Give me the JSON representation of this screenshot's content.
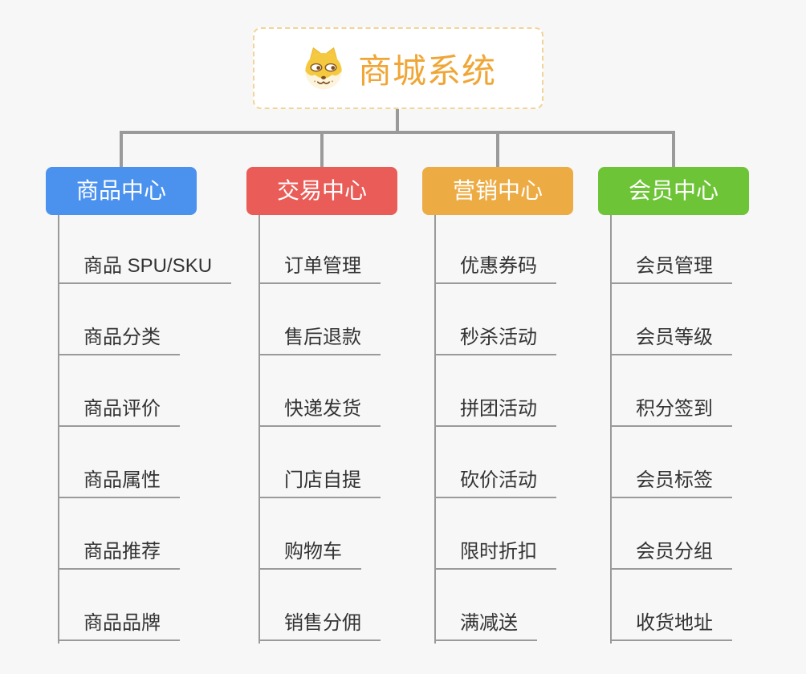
{
  "page": {
    "background_color": "#f7f7f7",
    "connector_color": "#9a9a9a"
  },
  "root": {
    "title": "商城系统",
    "icon": "shiba-dog-icon",
    "title_color": "#f0a636",
    "border_color": "#f3d398"
  },
  "branches": [
    {
      "label": "商品中心",
      "color": "#4b91ee",
      "children": [
        "商品 SPU/SKU",
        "商品分类",
        "商品评价",
        "商品属性",
        "商品推荐",
        "商品品牌"
      ]
    },
    {
      "label": "交易中心",
      "color": "#e95c57",
      "children": [
        "订单管理",
        "售后退款",
        "快递发货",
        "门店自提",
        "购物车",
        "销售分佣"
      ]
    },
    {
      "label": "营销中心",
      "color": "#edab43",
      "children": [
        "优惠券码",
        "秒杀活动",
        "拼团活动",
        "砍价活动",
        "限时折扣",
        "满减送"
      ]
    },
    {
      "label": "会员中心",
      "color": "#6ec437",
      "children": [
        "会员管理",
        "会员等级",
        "积分签到",
        "会员标签",
        "会员分组",
        "收货地址"
      ]
    }
  ]
}
